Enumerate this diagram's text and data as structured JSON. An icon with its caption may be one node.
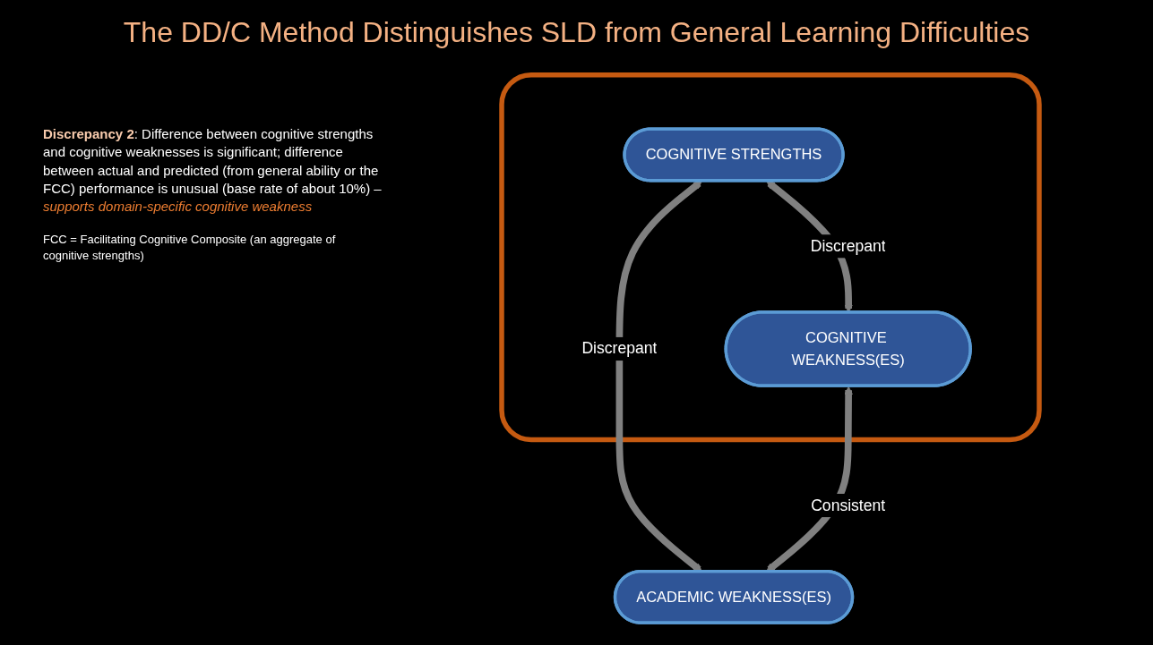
{
  "diagram": {
    "title": "The DD/C Method Distinguishes SLD from General Learning Difficulties",
    "nodes": [
      {
        "text": [],
        "shape": "box"
      },
      {
        "text": [
          "COGNITIVE STRENGTHS"
        ],
        "in": 0
      },
      {
        "text": [
          "COGNITIVE WEAKNESS(ES)"
        ],
        "in": 0
      },
      {
        "text": [
          "ACADEMIC WEAKNESS(ES)"
        ]
      }
    ],
    "edges": [
      {
        "from": 1,
        "to": 2,
        "arrow": "both",
        "label": "Discrepant"
      },
      {
        "from": 1,
        "to": 3,
        "arrow": "both",
        "label": "Discrepant"
      },
      {
        "from": 2,
        "to": 3,
        "arrow": "both",
        "label": "Consistent"
      }
    ],
    "labels": [
      "**Discrepancy 2**: Difference between cognitive strengths and cognitive weaknesses is significant; difference between actual and predicted (from general ability or the FCC) performance is unusual (base rate of about 10%) – *supports domain-specific cognitive weakness*",
      "FCC = Facilitating Cognitive Composite (an aggregate of cognitive strengths)"
    ]
  }
}
